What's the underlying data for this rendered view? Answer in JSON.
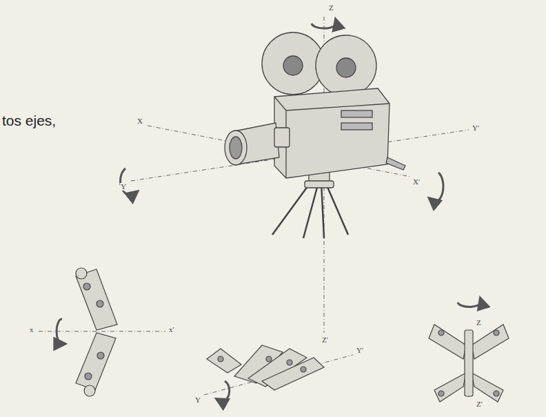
{
  "diagram": {
    "labels": [
      "tos ejes,",
      "Z",
      "X",
      "Y'",
      "Y",
      "X'",
      "Z'",
      "x",
      "x'",
      "Y",
      "Y'",
      "Z",
      "Z'"
    ]
  }
}
